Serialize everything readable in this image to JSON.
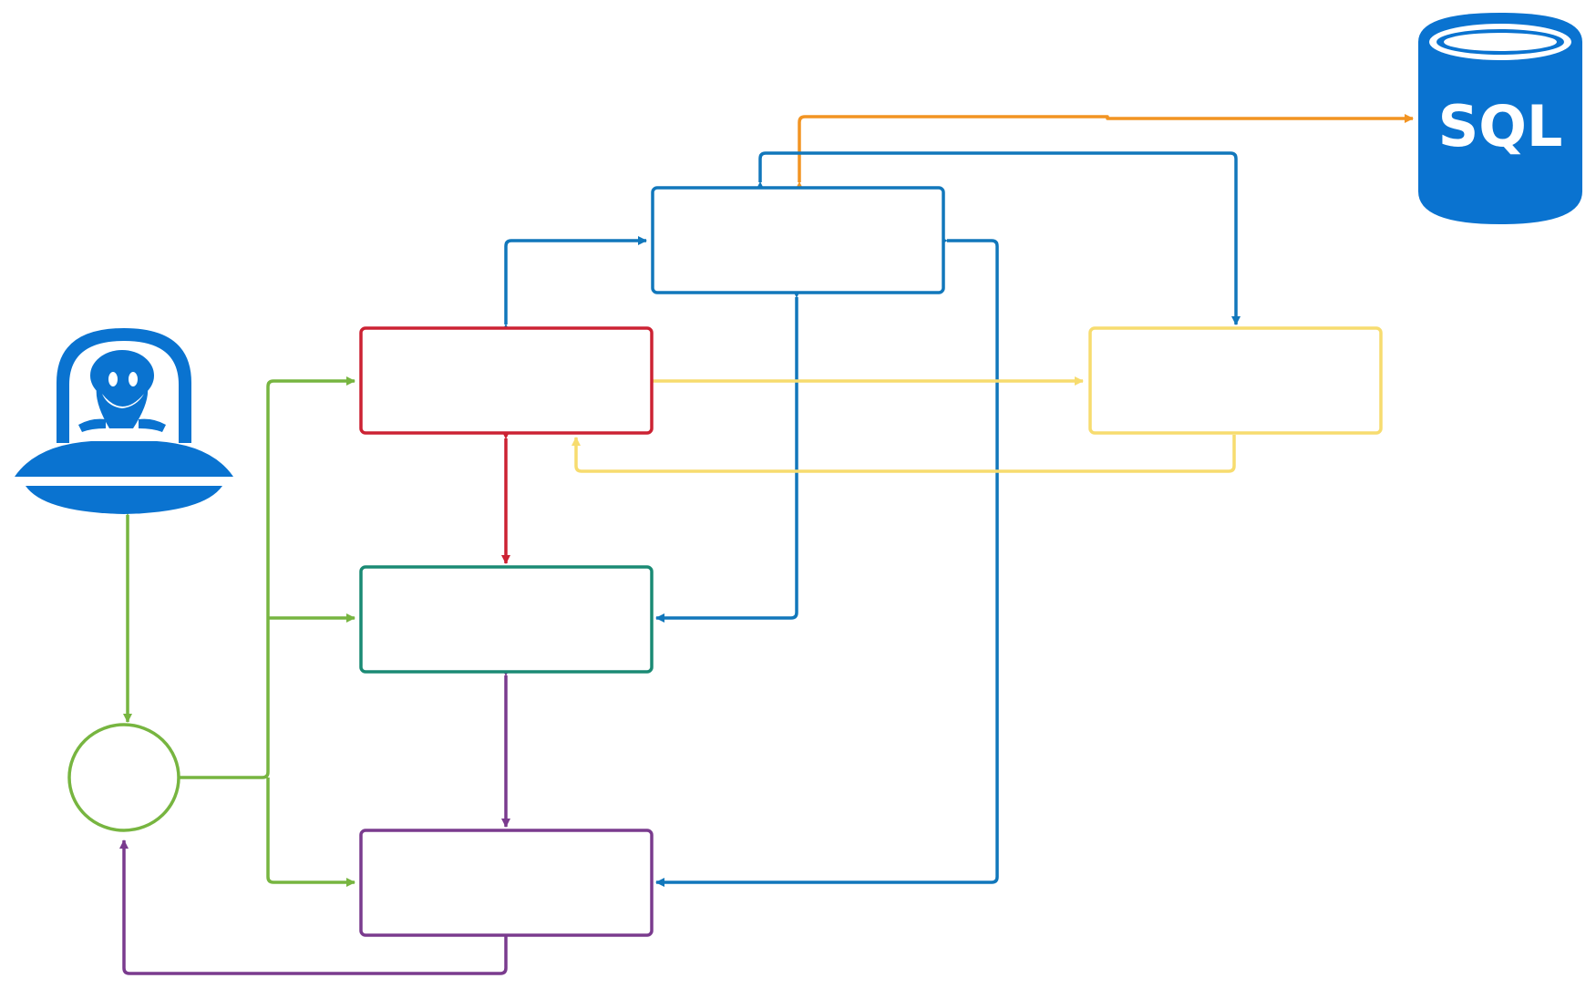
{
  "colors": {
    "blue": "#1177BB",
    "red": "#CC2233",
    "green_box": "#1A8A74",
    "purple": "#7A3B8E",
    "yellow": "#F7DC6F",
    "green_line": "#77B540",
    "orange": "#F29422",
    "icon_blue": "#0A73D0"
  },
  "icons": {
    "alien": "alien-ufo-icon",
    "database": "sql-database-icon"
  },
  "database": {
    "label": "SQL"
  },
  "nodes": [
    {
      "id": "top-blue-box",
      "kind": "box",
      "color": "blue"
    },
    {
      "id": "red-box",
      "kind": "box",
      "color": "red"
    },
    {
      "id": "green-box",
      "kind": "box",
      "color": "green_box"
    },
    {
      "id": "purple-box",
      "kind": "box",
      "color": "purple"
    },
    {
      "id": "yellow-box",
      "kind": "box",
      "color": "yellow"
    },
    {
      "id": "green-circle",
      "kind": "circle",
      "color": "green_line"
    }
  ],
  "connections": [
    {
      "from": "green-circle",
      "to": "alien-ufo-icon",
      "color": "green_line",
      "arrows": "both"
    },
    {
      "from": "green-circle",
      "to": "red-box",
      "color": "green_line",
      "arrows": "end"
    },
    {
      "from": "green-circle",
      "to": "green-box",
      "color": "green_line",
      "arrows": "end"
    },
    {
      "from": "green-circle",
      "to": "purple-box",
      "color": "green_line",
      "arrows": "end"
    },
    {
      "from": "red-box",
      "to": "top-blue-box",
      "color": "blue",
      "arrows": "both"
    },
    {
      "from": "red-box",
      "to": "green-box",
      "color": "red",
      "arrows": "both"
    },
    {
      "from": "green-box",
      "to": "purple-box",
      "color": "purple",
      "arrows": "both"
    },
    {
      "from": "red-box",
      "to": "yellow-box",
      "color": "yellow",
      "arrows": "end"
    },
    {
      "from": "yellow-box",
      "to": "red-box",
      "color": "yellow",
      "arrows": "end"
    },
    {
      "from": "top-blue-box",
      "to": "green-box",
      "color": "blue",
      "arrows": "both"
    },
    {
      "from": "top-blue-box",
      "to": "purple-box",
      "color": "blue",
      "arrows": "both"
    },
    {
      "from": "top-blue-box",
      "to": "yellow-box",
      "color": "blue",
      "arrows": "both"
    },
    {
      "from": "top-blue-box",
      "to": "sql-database-icon",
      "color": "orange",
      "arrows": "both"
    },
    {
      "from": "purple-box",
      "to": "green-circle",
      "color": "purple",
      "arrows": "end"
    }
  ]
}
